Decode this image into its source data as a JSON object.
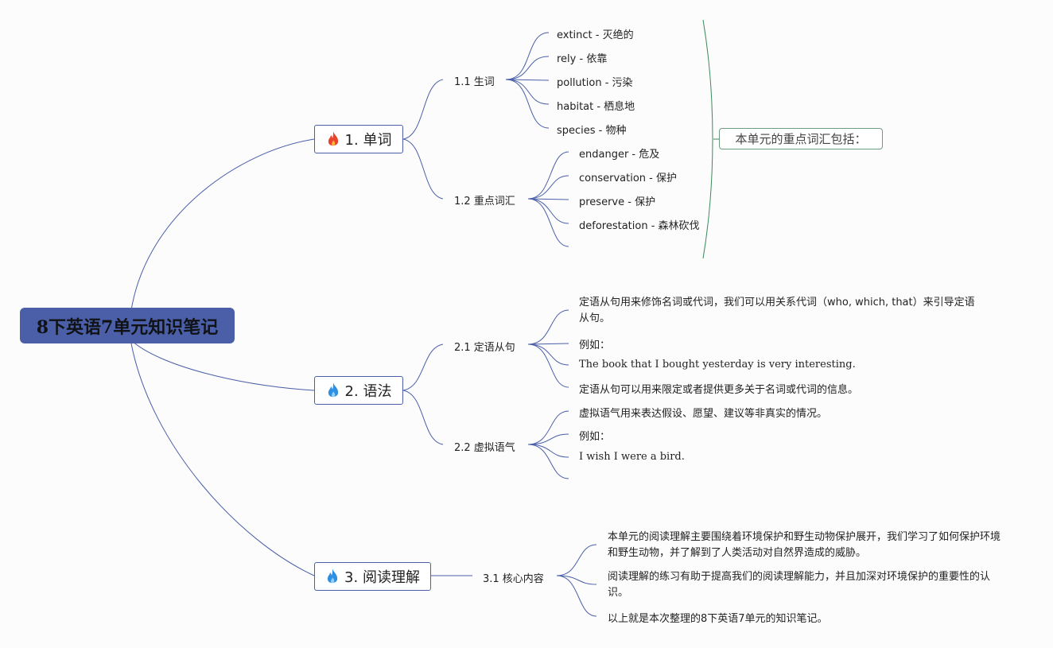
{
  "root": {
    "title": "8下英语7单元知识笔记"
  },
  "branches": [
    {
      "label": "1. 单词",
      "icon": "fire-red-icon",
      "subs": [
        {
          "label": "1.1 生词",
          "items": [
            "extinct - 灭绝的",
            "rely - 依靠",
            "pollution - 污染",
            "habitat - 栖息地",
            "species - 物种"
          ]
        },
        {
          "label": "1.2 重点词汇",
          "items": [
            "endanger - 危及",
            "conservation - 保护",
            "preserve - 保护",
            "deforestation - 森林砍伐"
          ]
        }
      ],
      "summary": "本单元的重点词汇包括："
    },
    {
      "label": "2. 语法",
      "icon": "fire-blue-icon",
      "subs": [
        {
          "label": "2.1 定语从句",
          "items": [
            "定语从句用来修饰名词或代词，我们可以用关系代词（who, which, that）来引导定语从句。",
            "例如：",
            "The book that I bought yesterday is very interesting.",
            "定语从句可以用来限定或者提供更多关于名词或代词的信息。"
          ]
        },
        {
          "label": "2.2 虚拟语气",
          "items": [
            "虚拟语气用来表达假设、愿望、建议等非真实的情况。",
            "例如：",
            "I wish I were a bird."
          ]
        }
      ]
    },
    {
      "label": "3. 阅读理解",
      "icon": "fire-blue-icon",
      "subs": [
        {
          "label": "3.1 核心内容",
          "items": [
            "本单元的阅读理解主要围绕着环境保护和野生动物保护展开，我们学习了如何保护环境和野生动物，并了解到了人类活动对自然界造成的威胁。",
            "阅读理解的练习有助于提高我们的阅读理解能力，并且加深对环境保护的重要性的认识。",
            "以上就是本次整理的8下英语7单元的知识笔记。"
          ]
        }
      ]
    }
  ],
  "colors": {
    "root_fill": "#4a5fa8",
    "line": "#4a5fa8",
    "summary_line": "#3d8a5c",
    "fire_red": "#e8452c",
    "fire_blue": "#2f8fe0"
  }
}
